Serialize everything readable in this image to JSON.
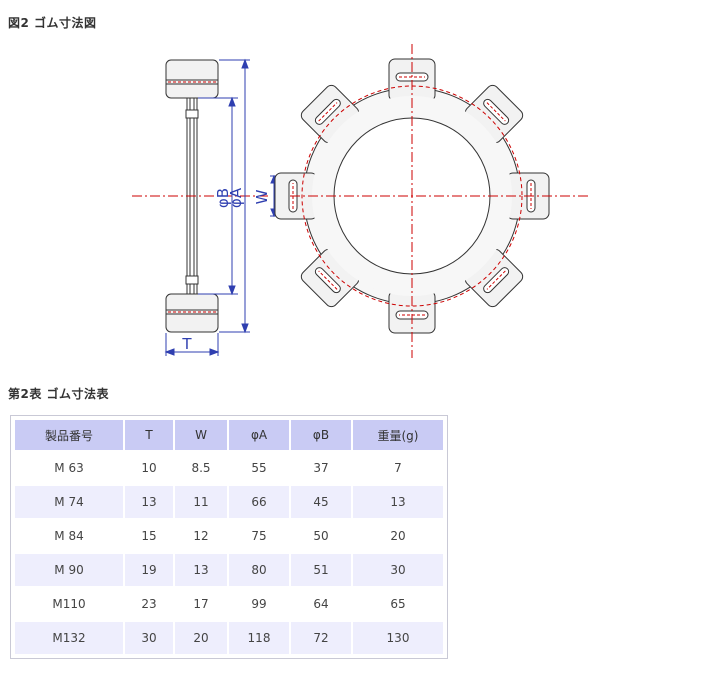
{
  "figure": {
    "title": "図2 ゴム寸法図",
    "labels": {
      "phi_b": "φB",
      "phi_a": "φA",
      "w": "W",
      "t": "T"
    }
  },
  "table": {
    "title": "第2表 ゴム寸法表",
    "headers": [
      "製品番号",
      "T",
      "W",
      "φA",
      "φB",
      "重量(g)"
    ],
    "rows": [
      [
        "M 63",
        "10",
        "8.5",
        "55",
        "37",
        "7"
      ],
      [
        "M 74",
        "13",
        "11",
        "66",
        "45",
        "13"
      ],
      [
        "M 84",
        "15",
        "12",
        "75",
        "50",
        "20"
      ],
      [
        "M 90",
        "19",
        "13",
        "80",
        "51",
        "30"
      ],
      [
        "M110",
        "23",
        "17",
        "99",
        "64",
        "65"
      ],
      [
        "M132",
        "30",
        "20",
        "118",
        "72",
        "130"
      ]
    ]
  },
  "colors": {
    "dimension": "#2f3fb0",
    "centerline": "#cc0000",
    "header_bg": "#c9cbf4",
    "row_alt_bg": "#eeeefd"
  }
}
